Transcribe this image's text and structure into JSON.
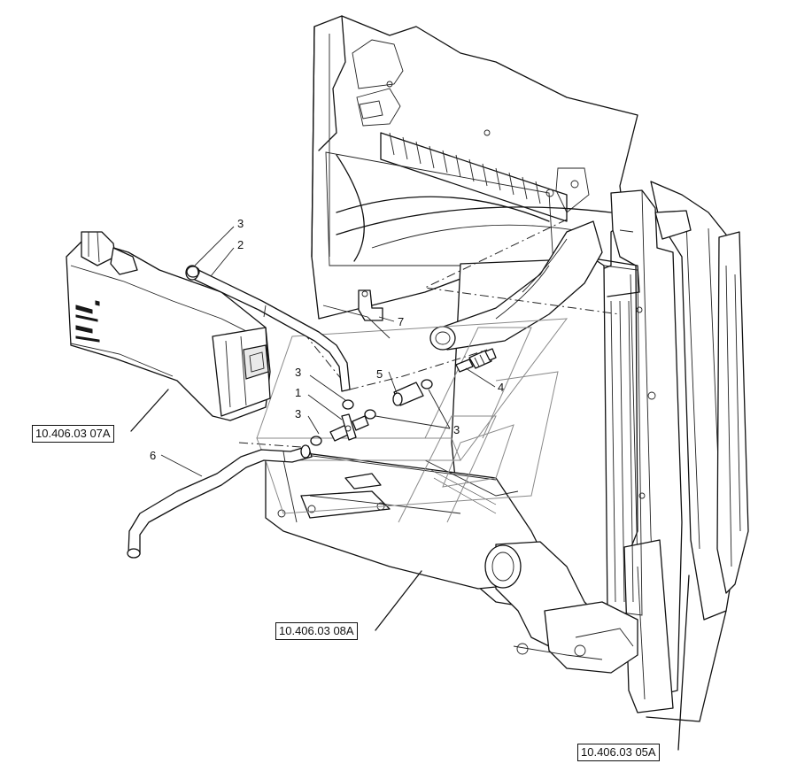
{
  "callouts": {
    "c1": "1",
    "c2": "2",
    "c3a": "3",
    "c3b": "3",
    "c3c": "3",
    "c3d": "3",
    "c4": "4",
    "c5": "5",
    "c6": "6",
    "c7": "7"
  },
  "references": {
    "expansion_tank": "10.406.03 07A",
    "radiator_assembly": "10.406.03 08A",
    "cooler_frame": "10.406.03 05A"
  }
}
